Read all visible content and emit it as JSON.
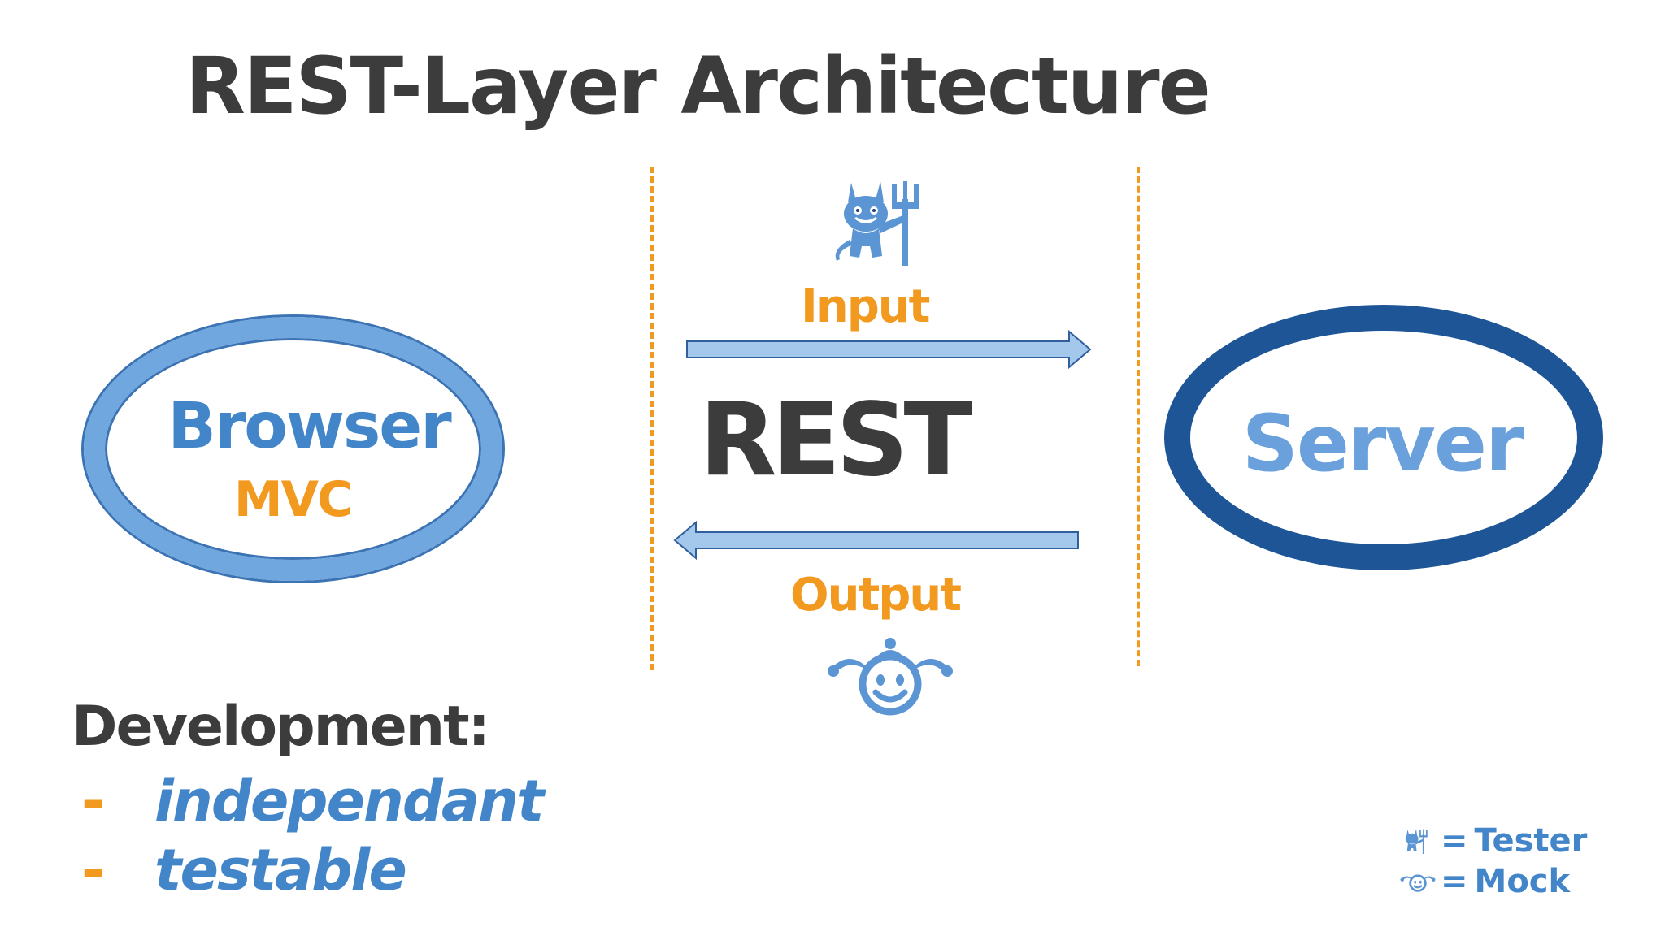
{
  "title": "REST-Layer Architecture",
  "browser": {
    "label": "Browser",
    "sublabel": "MVC"
  },
  "server": {
    "label": "Server"
  },
  "middle": {
    "label": "REST",
    "input_label": "Input",
    "output_label": "Output"
  },
  "development": {
    "title": "Development:",
    "items": [
      {
        "bullet": "-",
        "text": "independant"
      },
      {
        "bullet": "-",
        "text": "testable"
      }
    ]
  },
  "legend": {
    "equals": "=",
    "tester": {
      "icon": "devil-icon",
      "text": "Tester"
    },
    "mock": {
      "icon": "jester-icon",
      "text": "Mock"
    }
  },
  "colors": {
    "title": "#3c3c3c",
    "accent_orange": "#f29a1f",
    "blue_text": "#4285c9",
    "browser_ring": "#6fa7de",
    "server_ring": "#1e5596",
    "arrow_fill": "#a4c8ec"
  }
}
